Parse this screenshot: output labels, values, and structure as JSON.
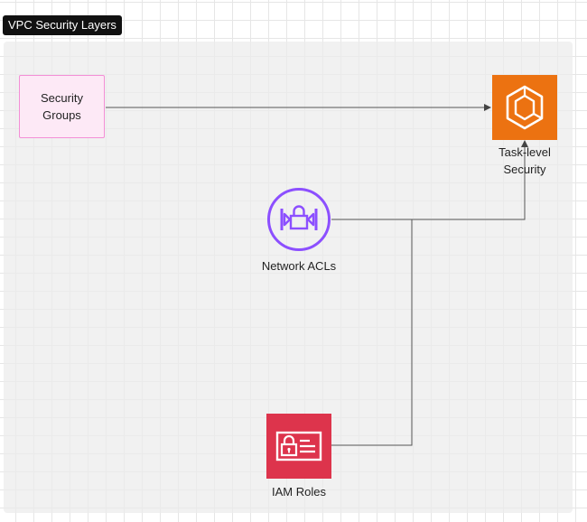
{
  "title": "VPC Security Layers",
  "nodes": {
    "security_groups": {
      "label": "Security Groups"
    },
    "task_level": {
      "label_line1": "Task-level",
      "label_line2": "Security"
    },
    "network_acls": {
      "label": "Network ACLs"
    },
    "iam_roles": {
      "label": "IAM Roles"
    }
  },
  "colors": {
    "ecs_orange": "#ec7211",
    "vpc_purple": "#8c4fff",
    "iam_red": "#dd344c",
    "sg_fill": "#fde9f6",
    "sg_border": "#f38fd6"
  },
  "icons": {
    "task_level": "ecs-task-icon",
    "network_acls": "network-acl-icon",
    "iam_roles": "iam-role-icon"
  }
}
